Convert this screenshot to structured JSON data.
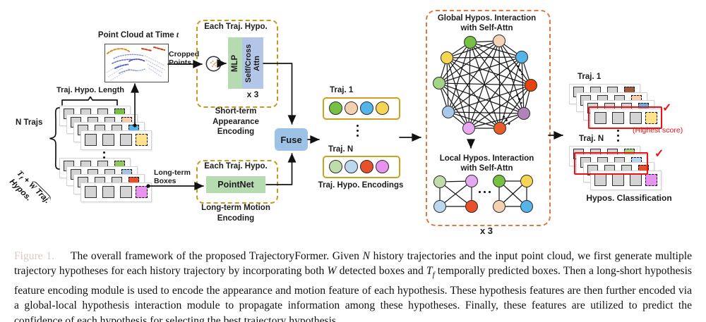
{
  "figure": {
    "point_cloud_label": {
      "text": "Point Cloud at Time ",
      "t": "t"
    },
    "traj_hypo_length": "Traj. Hypo. Length",
    "n_trajs": {
      "bold": "N",
      "rest": " Trajs"
    },
    "rotated_label": {
      "t": "T",
      "sub": "f",
      "plus": " + ",
      "w": "W",
      "traj": " Traj.",
      "line2": "Hypos."
    },
    "cropped_points": [
      "Cropped",
      "Points"
    ],
    "long_term_boxes": [
      "Long-term",
      "Boxes"
    ],
    "each_traj_hypo": "Each Traj. Hypo.",
    "mlp": "MLP",
    "attn": [
      "Self/Cross",
      "Attn"
    ],
    "x3_top": "x 3",
    "short_term": [
      "Short-term",
      "Appearance",
      "Encoding"
    ],
    "pointnet": "PointNet",
    "long_term_motion": [
      "Long-term Motion",
      "Encoding"
    ],
    "fuse": "Fuse",
    "x3_bottom": "x 3"
  },
  "stacks": {
    "left_top": {
      "colors": [
        "#76c043",
        "#f8cbad",
        "#55b5e9",
        "#ffe289"
      ]
    },
    "left_bottom": {
      "colors": [
        "#90c959",
        "#9fc5e8",
        "#e8502a",
        "#e893f0"
      ]
    },
    "class_top": {
      "label": "Traj. 1",
      "colors": [
        "#a05a3c",
        "#f8cbad",
        "#55b5e9",
        "#ffe289"
      ],
      "highlight_index": 3,
      "check": "✓",
      "note": "(Highest score)"
    },
    "class_bottom": {
      "label": "Traj. N",
      "colors": [
        "#a4d485",
        "#b9d4f0",
        "#e8502a",
        "#e893f0"
      ],
      "highlight_index": 1,
      "check": "✓"
    },
    "classification_caption": "Hypos. Classification"
  },
  "encodings": {
    "traj1_label": "Traj. 1",
    "trajN_label": "Traj. N",
    "caption": "Traj. Hypo. Encodings",
    "traj1_colors": [
      "#76c043",
      "#f5cfae",
      "#55b5e9",
      "#f7d554"
    ],
    "trajN_colors": [
      "#c0dcab",
      "#bdd7ee",
      "#e8502a",
      "#e893f0"
    ]
  },
  "interaction": {
    "global_title_bold": "Global",
    "global_title_rest": " Hypos. Interaction",
    "global_title_line2": "with Self-Attn",
    "local_title_bold": "Local",
    "local_title_rest": " Hypos. Interaction",
    "local_title_line2": "with Self-Attn",
    "global_node_colors": [
      "#76c043",
      "#f5d5b8",
      "#f7d554",
      "#55b5e9",
      "#a4d485",
      "#e8420e",
      "#a8c8ec",
      "#b084b8",
      "#e8a9f0",
      "#e85c2a"
    ],
    "local_left_colors": [
      "#c0dcab",
      "#e2a9f0",
      "#bdd7ee",
      "#e8502a"
    ],
    "local_right_colors": [
      "#76c043",
      "#f7d554",
      "#f5cfae",
      "#55b5e9"
    ]
  },
  "caption": {
    "segments": [
      {
        "style": "faint",
        "text": "Figure 1."
      },
      {
        "style": "normal",
        "text": "     The overall framework of the proposed TrajectoryFormer.  Given "
      },
      {
        "style": "math",
        "text": "N"
      },
      {
        "style": "normal",
        "text": " history trajectories and the input point cloud, we first generate multiple trajectory hypotheses for each history trajectory by incorporating both "
      },
      {
        "style": "math",
        "text": "W"
      },
      {
        "style": "normal",
        "text": " detected boxes and "
      },
      {
        "style": "math",
        "text": "T"
      },
      {
        "style": "mathsub",
        "text": "f"
      },
      {
        "style": "normal",
        "text": " temporally predicted boxes. Then a long-short hypothesis feature encoding module is used to encode the appearance and motion feature of each hypothesis. These hypothesis features are then further encoded via a global-local hypothesis interaction module to propagate information among these hypotheses. Finally, these features are utilized to predict the confidence of each hypothesis for selecting the best trajectory hypothesis."
      }
    ]
  },
  "colors": {
    "dashed_gold": "#c79a1e",
    "enc_gold": "#cf9f1f",
    "dashed_orange": "#e0773c",
    "block_green": "#b7dbb0",
    "block_blue": "#b3c6e7",
    "fuse_blue": "#9cc3e5",
    "highlight_red": "#ee1111",
    "square_gray": "#d4d4d4"
  }
}
